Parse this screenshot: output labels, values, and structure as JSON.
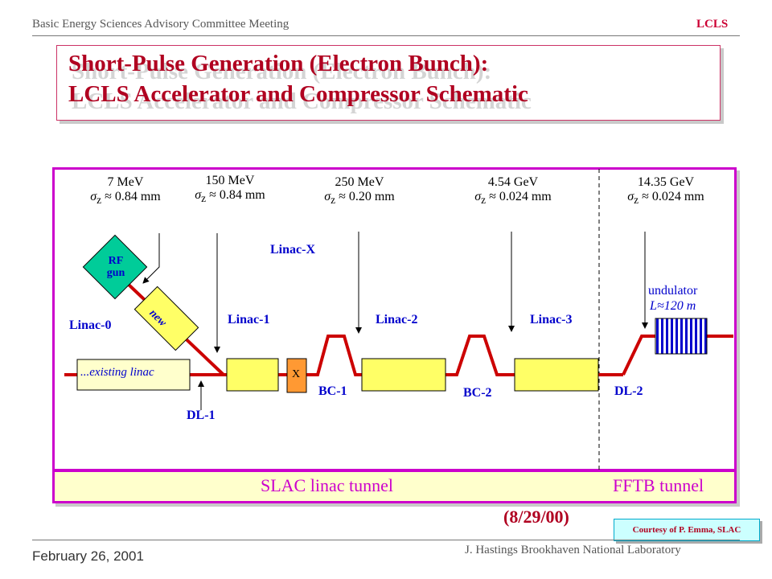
{
  "header": {
    "left": "Basic Energy Sciences Advisory Committee Meeting",
    "right": "LCLS"
  },
  "title": {
    "line1": "Short-Pulse Generation (Electron Bunch):",
    "line2": "LCLS Accelerator and Compressor Schematic"
  },
  "energies": [
    {
      "energy": "7 MeV",
      "sigma": "0.84 mm"
    },
    {
      "energy": "150 MeV",
      "sigma": "0.84 mm"
    },
    {
      "energy": "250 MeV",
      "sigma": "0.20 mm"
    },
    {
      "energy": "4.54 GeV",
      "sigma": "0.024 mm"
    },
    {
      "energy": "14.35 GeV",
      "sigma": "0.024 mm"
    }
  ],
  "sigma_prefix": "σ",
  "sigma_sub": "z",
  "approx": "≈",
  "components": {
    "rf_gun_1": "RF",
    "rf_gun_2": "gun",
    "new": "new",
    "existing_linac": "...existing linac",
    "linac0": "Linac-0",
    "linac1": "Linac-1",
    "linacx": "Linac-X",
    "x": "X",
    "linac2": "Linac-2",
    "linac3": "Linac-3",
    "bc1": "BC-1",
    "bc2": "BC-2",
    "dl1": "DL-1",
    "dl2": "DL-2",
    "undulator": "undulator",
    "undulator_len": "L≈120 m"
  },
  "tunnels": {
    "slac": "SLAC linac tunnel",
    "fftb": "FFTB tunnel"
  },
  "date": "(8/29/00)",
  "courtesy": "Courtesy of P. Emma, SLAC",
  "footer": {
    "left": "February 26, 2001",
    "right": "J. Hastings  Brookhaven National Laboratory"
  },
  "colors": {
    "title": "#b00020",
    "frame": "#cc00cc",
    "beam": "#cc0000",
    "component_label": "#0000cc",
    "linac_fill": "#ffff66",
    "rf_gun_fill": "#00cc99",
    "x_band_fill": "#ff9933",
    "undulator_fill": "#0000cc"
  }
}
